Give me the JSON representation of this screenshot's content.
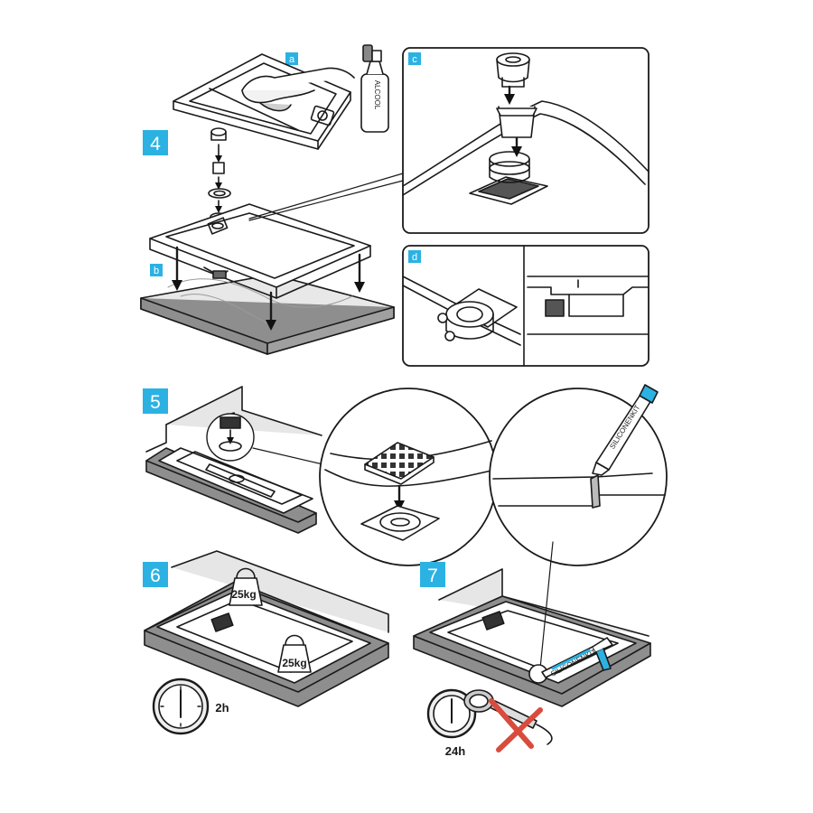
{
  "colors": {
    "accent": "#2bb2e3",
    "line": "#1a1a1a",
    "floor": "#8e8e8e",
    "cross": "#d94b3d"
  },
  "steps": {
    "s4": {
      "number": "4",
      "sub_a": "a",
      "sub_b": "b",
      "sub_c": "c",
      "sub_d": "d",
      "bottle_label": "ALCOOL"
    },
    "s5": {
      "number": "5",
      "tube_label": "SILICONENKIT"
    },
    "s6": {
      "number": "6",
      "weight_label": "25kg",
      "time_label": "2h"
    },
    "s7": {
      "number": "7",
      "time_label": "24h",
      "tube_label": "SILICONENKIT"
    }
  }
}
